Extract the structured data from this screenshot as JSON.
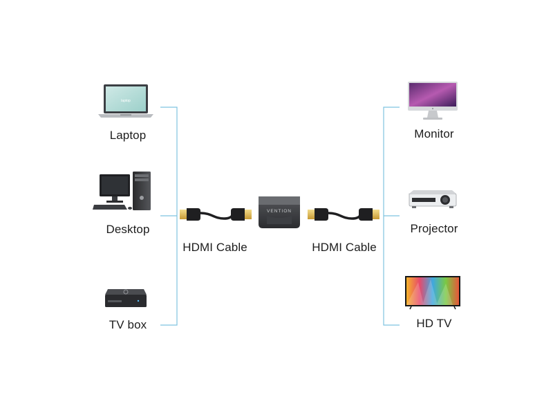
{
  "diagram": {
    "line_color": "#7ec3e0",
    "sources": [
      {
        "label": "Laptop",
        "icon": "laptop-icon"
      },
      {
        "label": "Desktop",
        "icon": "desktop-computer-icon"
      },
      {
        "label": "TV box",
        "icon": "tv-box-icon"
      }
    ],
    "displays": [
      {
        "label": "Monitor",
        "icon": "monitor-icon"
      },
      {
        "label": "Projector",
        "icon": "projector-icon"
      },
      {
        "label": "HD TV",
        "icon": "hd-tv-icon"
      }
    ],
    "cables": [
      {
        "label": "HDMI Cable",
        "icon": "hdmi-cable-icon"
      },
      {
        "label": "HDMI Cable",
        "icon": "hdmi-cable-icon"
      }
    ],
    "adapter": {
      "brand": "VENTION",
      "icon": "hdmi-coupler-icon"
    }
  }
}
